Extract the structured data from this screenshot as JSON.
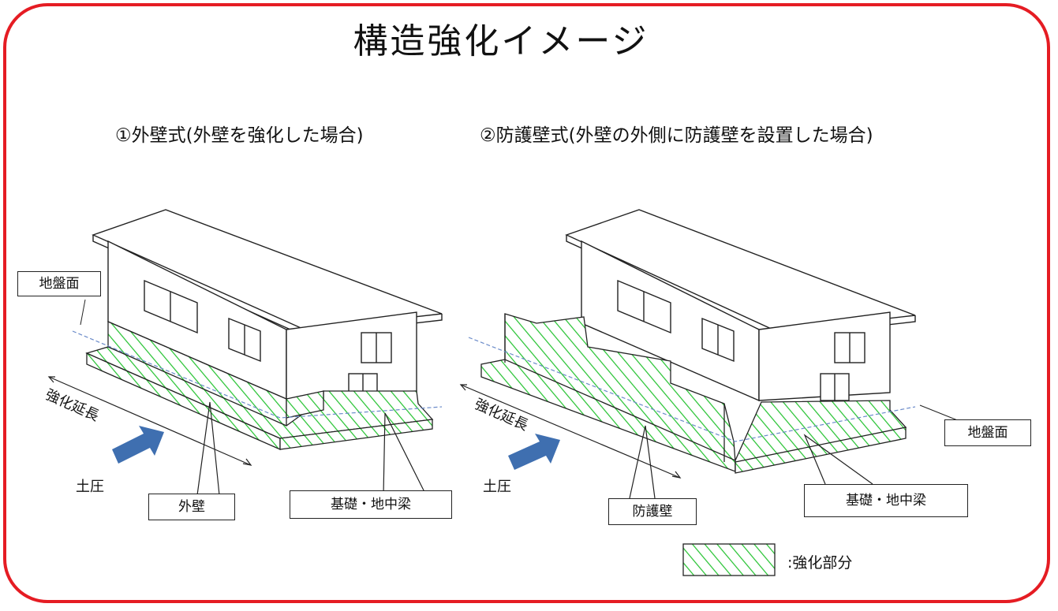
{
  "title": "構造強化イメージ",
  "panels": [
    {
      "heading": "①外壁式(外壁を強化した場合)",
      "labels": {
        "ground_surface": "地盤面",
        "reinforcement_length": "強化延長",
        "earth_pressure": "土圧",
        "wall": "外壁",
        "foundation": "基礎・地中梁"
      }
    },
    {
      "heading": "②防護壁式(外壁の外側に防護壁を設置した場合)",
      "labels": {
        "ground_surface": "地盤面",
        "reinforcement_length": "強化延長",
        "earth_pressure": "土圧",
        "wall": "防護壁",
        "foundation": "基礎・地中梁"
      }
    }
  ],
  "legend": {
    "label": ":強化部分"
  },
  "colors": {
    "frame": "#e51c23",
    "hatch": "#22c22e",
    "arrow": "#3f6fb0",
    "ground_line": "#6b8bc9"
  }
}
